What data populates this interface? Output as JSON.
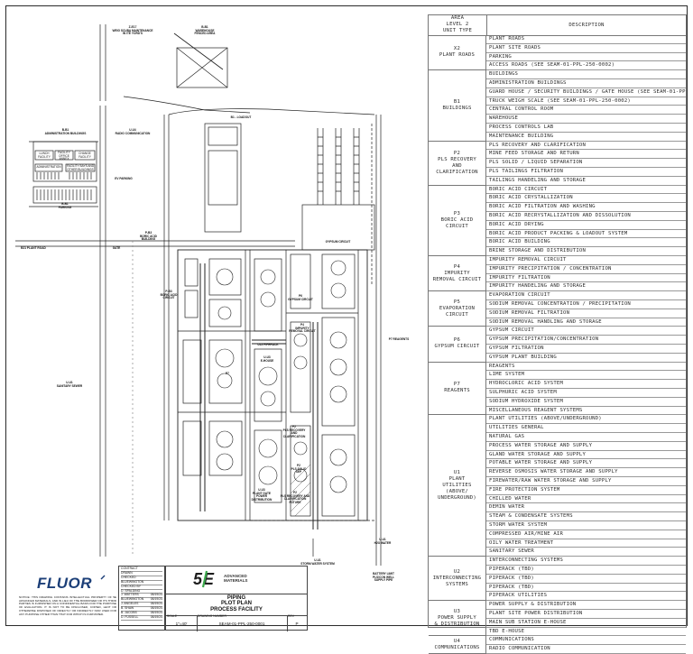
{
  "drawing": {
    "labels": {
      "site_entry": "Z-E17\nWEIG SCUBA MAINTENANCE\nIN ITE YORD'S",
      "warehouse": "B-B1\nWAREHOUSE\nFENCED AREA",
      "loadout": "B1 - LOADOUT",
      "admin_buildings": "B-B1\nADMINISTRATION BUILDINGS",
      "radio_comm": "U-U4\nRADIO COMMUNICATION",
      "lunch": "LUNCH FACILITY",
      "facility_ofc": "FACILITY\nOFFICE ANNEX",
      "change_facility": "CHANGE FACILITY",
      "facility_bays": "FACILITY BAYS AND\nOTHER BUILDINGS",
      "administration": "ADMINISTRATION",
      "ev_parking": "EV PARKING",
      "parking": "B-B1\nPARKING",
      "guard_house": "B21 PLANT ROAD",
      "gate": "GATE",
      "boric_bldg": "P-B3\nBORIC ACID\nBUILDING",
      "gypsum_cir": "GYPSUM CIRCUIT",
      "boric_circ": "P-B3\nBORIC ACID\nCIRCUIT",
      "gypsum_ckt": "P6\nGYPSUM CIRCUIT",
      "impurity": "P4\nIMPURITY\nREMOVAL CIRCUIT",
      "reagents": "P7 REAGENTS",
      "pipe_rack": "U13 PIPERACK",
      "e_house": "U-U3\nE-HOUSE",
      "sanitary": "U-U1\nSANITARY SEWER",
      "pls_recov": "P2\nPLS RECOVERY\nAND\nCLARIFICATION",
      "main_sub": "U-U3\nPLANT GATE\nPOWER\nDISTRIBUTION",
      "pls_future": "P2\nPLS RECOVERY AND\nCLARIFICATION\nFUTURE",
      "storm": "U-U1\nSTORM WATER SYSTEM",
      "water_well": "U-U1\nH2O WATER",
      "battery": "BATTERY LIMIT\nPLS/CON WELL\nSUPPLY PIPE",
      "pls_solid": "P2\nPLS SOLID\nSEP",
      "cooling": "P7"
    }
  },
  "legend": {
    "header": {
      "col1_line1": "AREA",
      "col1_line2": "LEVEL 2",
      "col1_line3": "UNIT TYPE",
      "col2": "DESCRIPTION"
    },
    "groups": [
      {
        "label": "X2\nPLANT ROADS",
        "rows": [
          "PLANT ROADS",
          "PLANT SITE ROADS",
          "PARKING",
          "ACCESS ROADS (SEE SEAM-01-PPL-250-0002)"
        ]
      },
      {
        "label": "B1\nBUILDINGS",
        "rows": [
          "BUILDINGS",
          "ADMINISTRATION BUILDINGS",
          "GUARD HOUSE / SECURITY BUILDINGS / GATE HOUSE (SEE SEAM-01-PPL-250-0002)",
          "TRUCK WEIGH SCALE (SEE SEAM-01-PPL-250-0002)",
          "CENTRAL CONTROL ROOM",
          "WAREHOUSE",
          "PROCESS CONTROLS LAB",
          "MAINTENANCE BUILDING"
        ]
      },
      {
        "label": "P2\nPLS RECOVERY\nAND\nCLARIFICATION",
        "rows": [
          "PLS RECOVERY AND CLARIFICATION",
          "MINE FEED STORAGE AND RETURN",
          "PLS SOLID / LIQUID SEPARATION",
          "PLS TAILINGS FILTRATION",
          "TAILINGS HANDELING AND STORAGE"
        ]
      },
      {
        "label": "P3\nBORIC ACID\nCIRCUIT",
        "rows": [
          "BORIC ACID CIRCUIT",
          "BORIC ACID CRYSTALLIZATION",
          "BORIC ACID FILTRATION AND WASHING",
          "BORIC ACID RECRYSTALLIZATION AND DISSOLUTION",
          "BORIC ACID DRYING",
          "BORIC ACID PRODUCT PACKING & LOADOUT SYSTEM",
          "BORIC ACID BUILDING",
          "BRINE STORAGE AND DISTRIBUTION"
        ]
      },
      {
        "label": "P4\nIMPURITY\nREMOVAL CIRCUIT",
        "rows": [
          "IMPURITY REMOVAL CIRCUIT",
          "IMPURITY PRECIPITATION / CONCENTRATION",
          "IMPURITY FILTRATION",
          "IMPURITY HANDELING AND STORAGE"
        ]
      },
      {
        "label": "P5\nEVAPORATION\nCIRCUIT",
        "rows": [
          "EVAPORATION CIRCUIT",
          "SODIUM REMOVAL CONCENTRATION / PRECIPITATION",
          "SODIUM REMOVAL FILTRATION",
          "SODIUM REMOVAL HANDLING AND STORAGE"
        ]
      },
      {
        "label": "P6\nGYPSUM CIRCUIT",
        "rows": [
          "GYPSUM CIRCUIT",
          "GYPSUM PRECIPITATION/CONCENTRATION",
          "GYPSUM FILTRATION",
          "GYPSUM PLANT BUILDING"
        ]
      },
      {
        "label": "P7\nREAGENTS",
        "rows": [
          "REAGENTS",
          "LIME SYSTEM",
          "HYDROCLORIC ACID SYSTEM",
          "SULPHURIC ACID SYSTEM",
          "SODIUM HYDROXIDE SYSTEM",
          "MISCELLANEOUS REAGENT SYSTEMS"
        ]
      },
      {
        "label": "U1\nPLANT\nUTILITIES\n(ABOVE/\nUNDERGROUND)",
        "rows": [
          "PLANT UTILITIES (ABOVE/UNDERGROUND)",
          "UTILITIES GENERAL",
          "NATURAL GAS",
          "PROCESS WATER STORAGE AND SUPPLY",
          "GLAND WATER STORAGE AND SUPPLY",
          "POTABLE WATER STORAGE AND SUPPLY",
          "REVERSE OSMOSIS WATER STORAGE AND SUPPLY",
          "FIREWATER/RAW WATER STORAGE AND SUPPLY",
          "FIRE PROTECTION SYSTEM",
          "CHILLED WATER",
          "DEMIN WATER",
          "STEAM & CONDENSATE SYSTEMS",
          "STORM WATER SYSTEM",
          "COMPRESSED AIR/MINE AIR",
          "OILY WATER TREATMENT",
          "SANITARY SEWER"
        ]
      },
      {
        "label": "U2\nINTERCONNECTING\nSYSTEMS",
        "rows": [
          "INTERCONNECTING SYSTEMS",
          "PIPERACK (TBD)",
          "PIPERACK (TBD)",
          "PIPERACK  (TBD)",
          "PIPERACK UTILITIES"
        ]
      },
      {
        "label": "U3\nPOWER SUPPLY\n& DISTRIBUTION",
        "rows": [
          "POWER SUPPLY & DISTRIBUTION",
          "PLANT SITE POWER DISTRIBUTION",
          "MAIN SUB STATION E-HOUSE",
          "TBD E-HOUSE"
        ]
      },
      {
        "label": "U4\nCOMMUNICATIONS",
        "rows": [
          "COMMUNICATIONS",
          "RADIO COMMUNICATION"
        ]
      }
    ]
  },
  "titleblock": {
    "logo": "FLUOR",
    "notice": "NOTICE: THIS DRAWING CONTAINS INTELLECTUAL PROPERTY OF 5E ADVANCED MATERIALS, AND IN LIEU OF THE BORROWER OR ITS THIRD PARTIES IS FURNISHED ON A CONFIDENTIAL BASIS FOR THE PURPOSE OF EVALUATION. IT IS NOT TO BE DISCLOSED, COPIED, LENT OR OTHERWISE DISPOSED OF DIRECTLY OR INDIRECTLY NOR USED FOR ANY PURPOSE OTHER THAN THAT FOR WHICH IS FURNISHED.",
    "names": [
      "CONTRACT",
      "DRAWN",
      "CHECKED",
      "BLUEWINGTON",
      "CHECKED BY",
      "D. SPALDING",
      "J. WATTERS",
      "BLUEWINGTON",
      "J. ANGELES",
      "B. SHAW",
      "B. JACOBS",
      "D. FUSSELL"
    ],
    "dates": [
      "",
      "",
      "",
      "",
      "",
      "",
      "08/19/24",
      "08/19/24",
      "08/19/24",
      "08/19/24",
      "08/19/24",
      "08/19/24"
    ],
    "brand_5e": "5E",
    "brand_sub": "ADVANCED\nMATERIALS",
    "title1": "PIPING",
    "title2": "PLOT PLAN",
    "title3": "PROCESS FACILITY",
    "scale_label": "SCALE",
    "scale": "1\"=40'",
    "dwg_label": "DRAWING NUMBER",
    "dwg": "SEAM-01-PPL-250-0001",
    "rev_label": "REV",
    "rev": "P"
  }
}
